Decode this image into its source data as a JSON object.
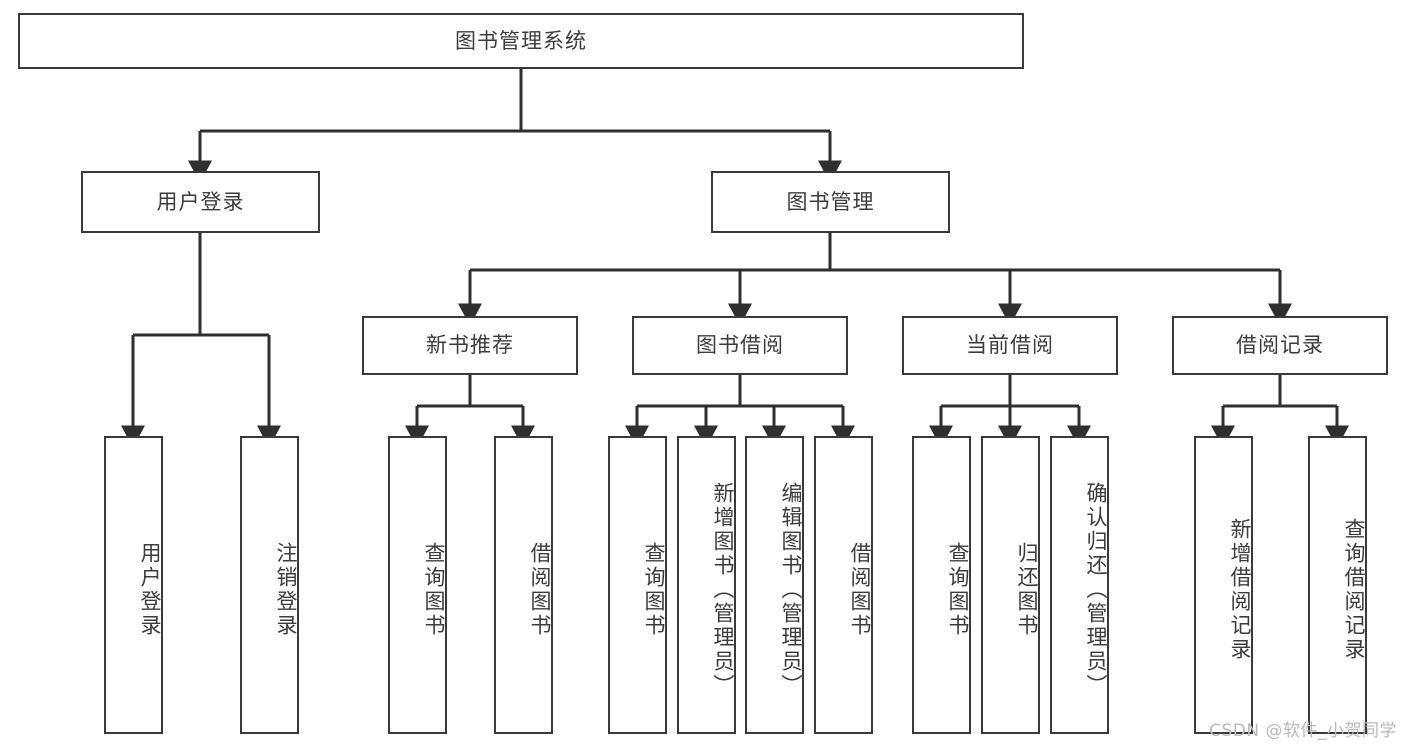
{
  "diagram": {
    "title": "图书管理系统",
    "watermark": "CSDN @软件_小贺同学",
    "colors": {
      "background": "#ffffff",
      "box_border": "#3a3a3a",
      "box_fill": "#ffffff",
      "text": "#3c3c3c",
      "connector": "#2f2f2f",
      "watermark": "#b9b9b9"
    },
    "nodes": {
      "root": "图书管理系统",
      "level2": {
        "user_login": "用户登录",
        "book_manage": "图书管理"
      },
      "level3": {
        "new_book_rec": "新书推荐",
        "book_borrow": "图书借阅",
        "current_borrow": "当前借阅",
        "borrow_record": "借阅记录"
      },
      "leaves": {
        "user_login_1": "用户登录",
        "user_login_2": "注销登录",
        "new_book_rec_1": "查询图书",
        "new_book_rec_2": "借阅图书",
        "book_borrow_1": "查询图书",
        "book_borrow_2": "新增图书（管理员）",
        "book_borrow_3": "编辑图书（管理员）",
        "book_borrow_4": "借阅图书",
        "current_borrow_1": "查询图书",
        "current_borrow_2": "归还图书",
        "current_borrow_3": "确认归还（管理员）",
        "borrow_record_1": "新增借阅记录",
        "borrow_record_2": "查询借阅记录"
      }
    }
  }
}
